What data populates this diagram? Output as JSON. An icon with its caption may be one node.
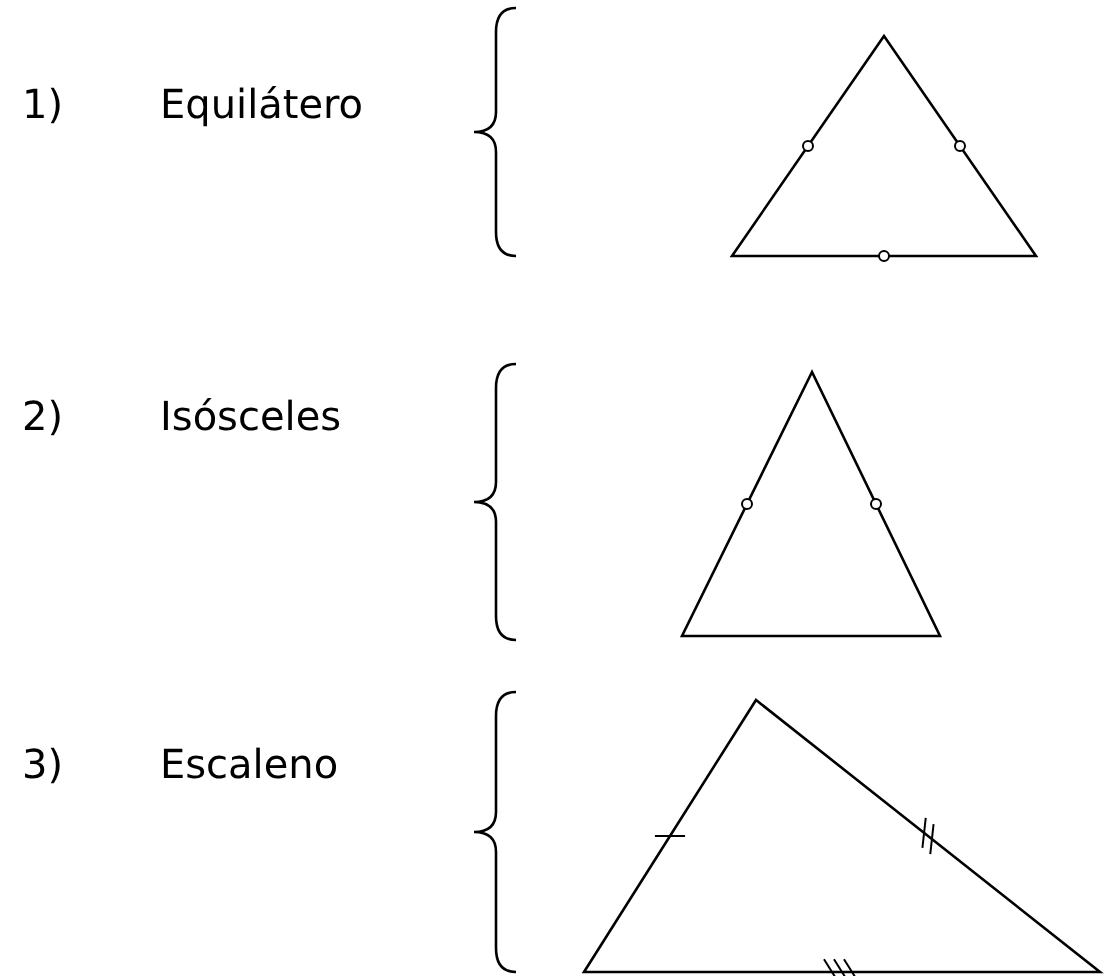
{
  "diagram": {
    "labels": [
      "1)",
      "Equilátero",
      "2)",
      "Isósceles",
      "3)",
      "Escaleno"
    ]
  }
}
